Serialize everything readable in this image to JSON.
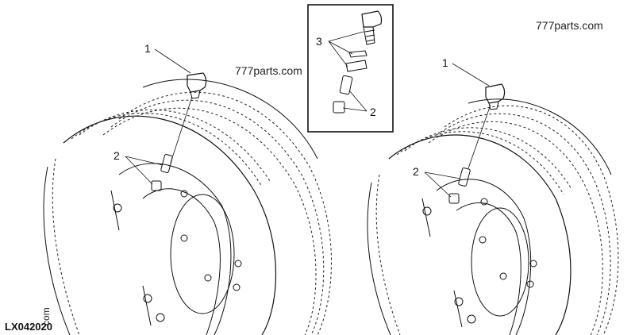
{
  "figure_code": "LX042020",
  "watermarks": [
    "777parts.com",
    "777parts.com"
  ],
  "watermark_partial": "com",
  "callouts": {
    "left_cap": "1",
    "left_valve": "2",
    "detail_parts": "3",
    "detail_valve": "2",
    "right_cap": "1",
    "right_valve": "2"
  },
  "icons": {
    "valve_cap": "valve-cap-icon",
    "valve_stem": "valve-stem-icon",
    "wheel": "wheel-tire-icon"
  }
}
